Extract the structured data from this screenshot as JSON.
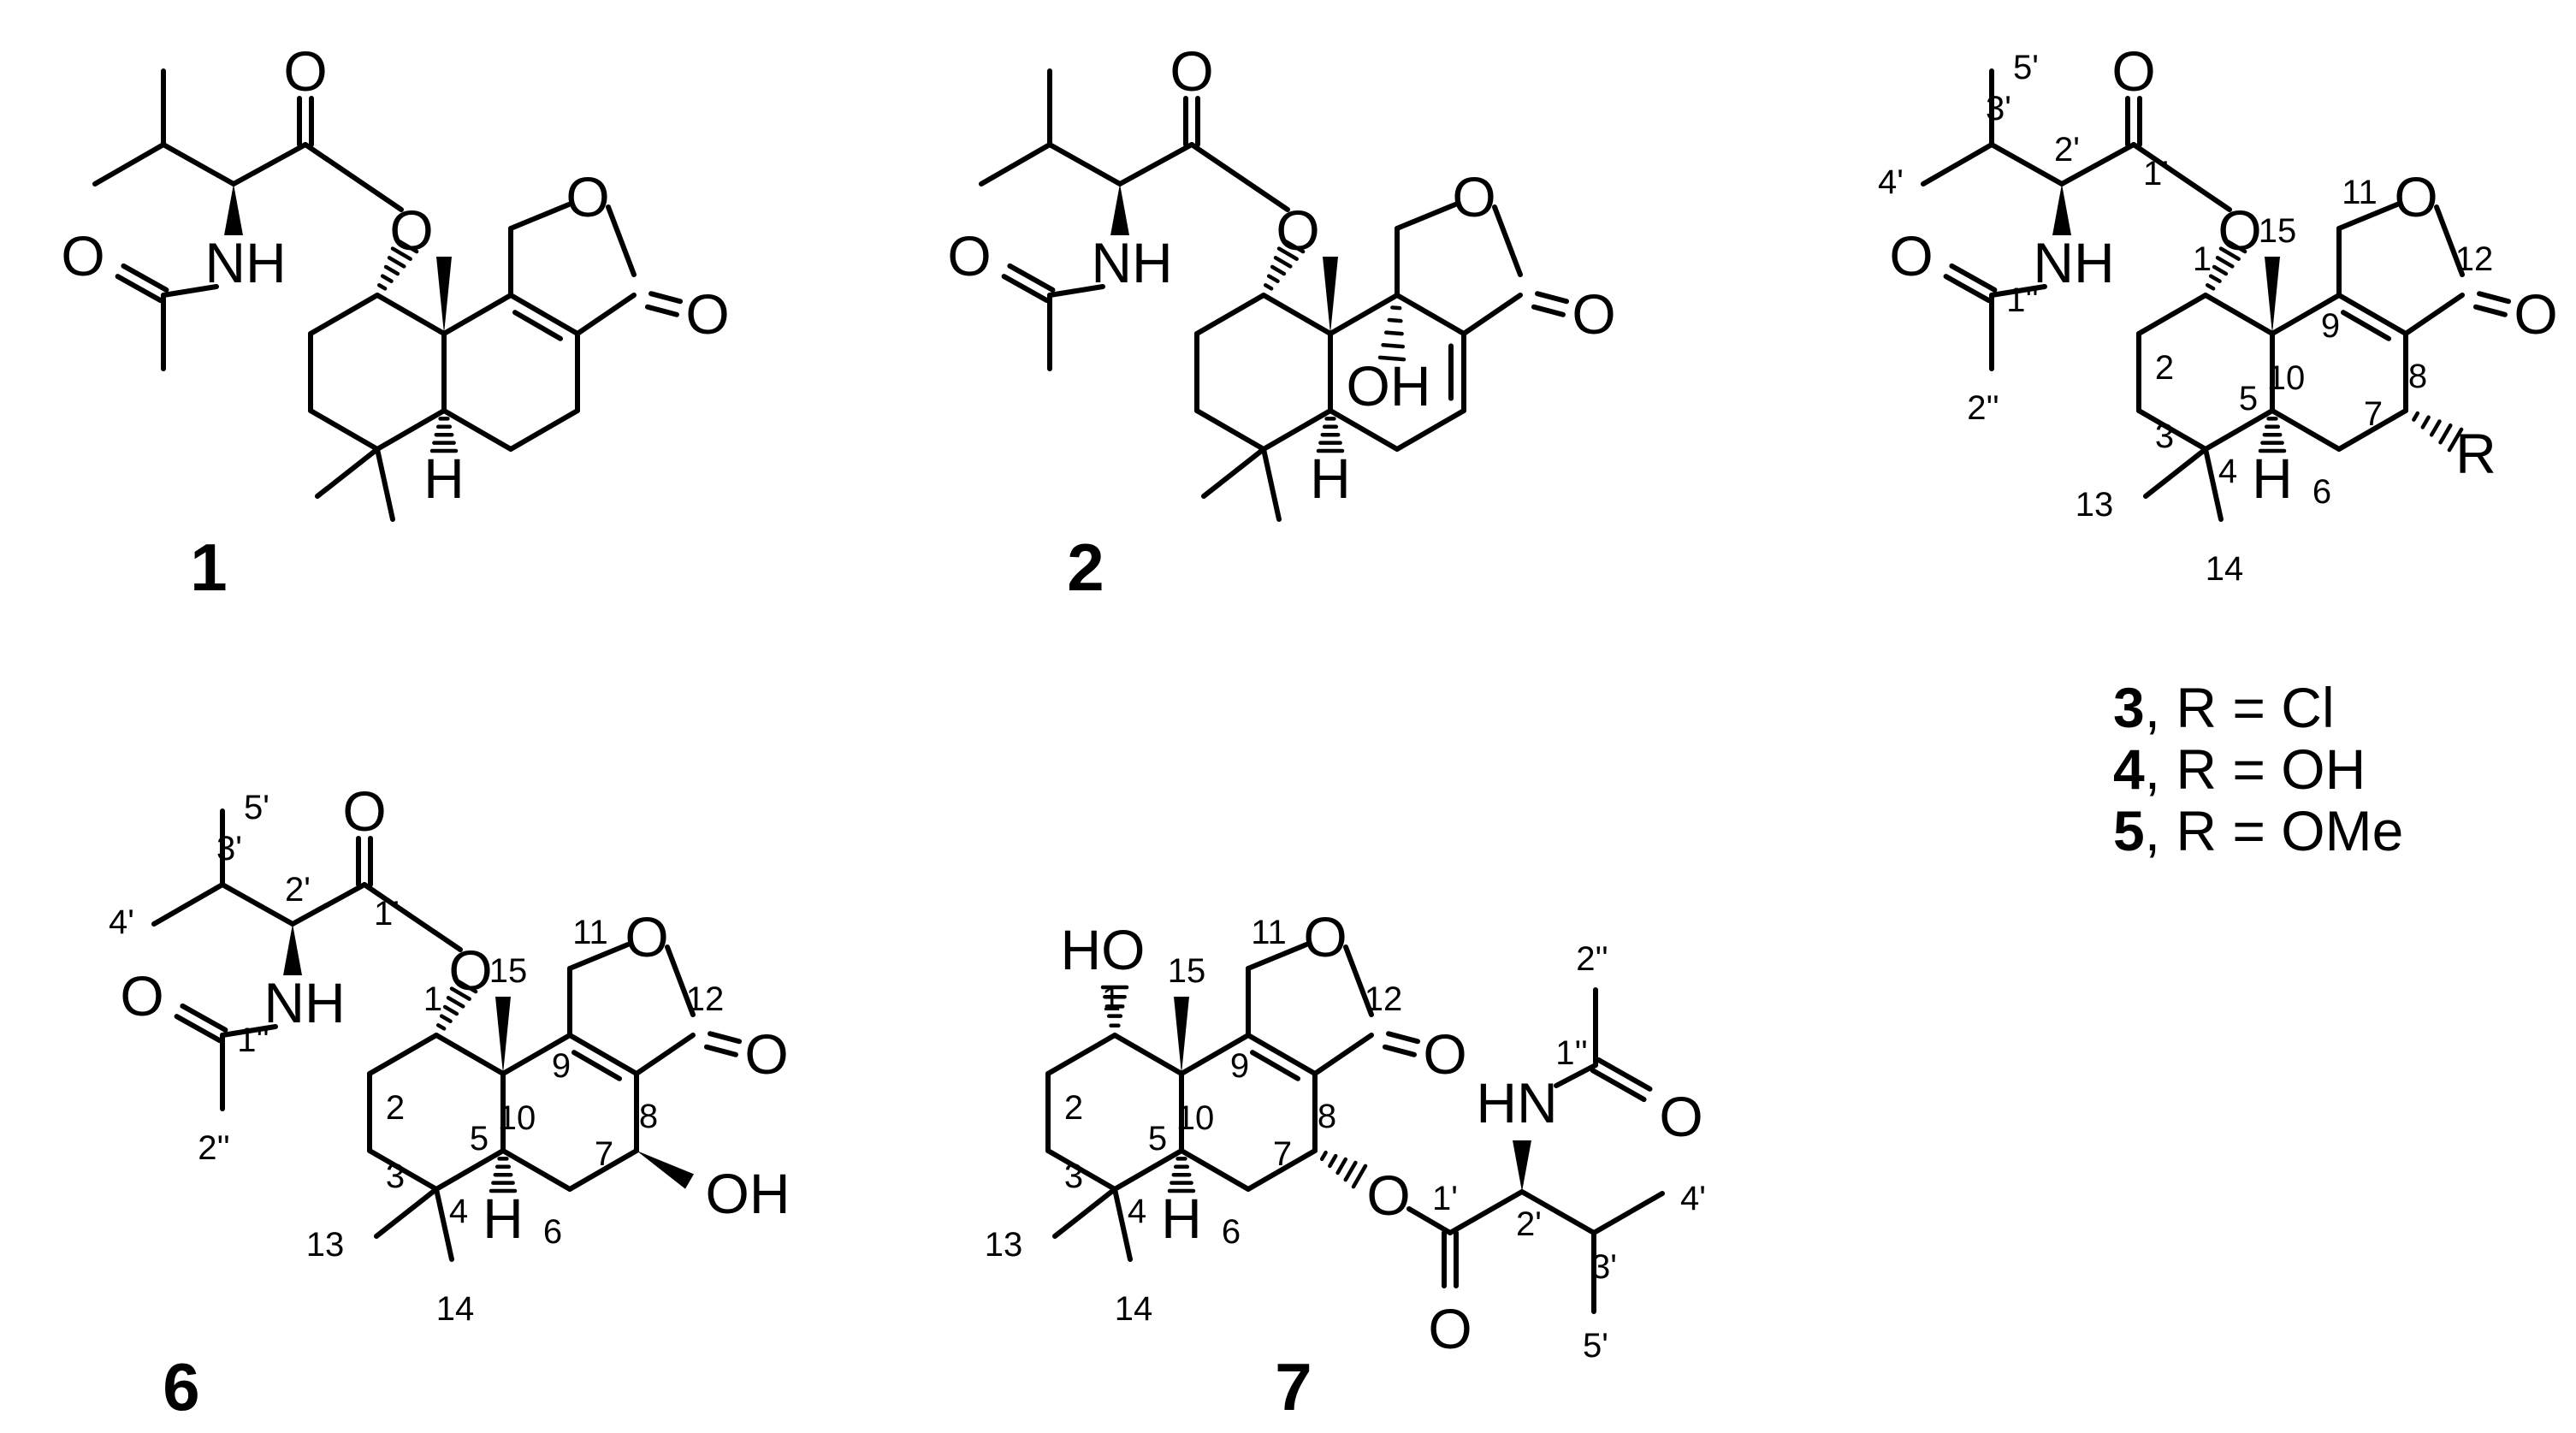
{
  "compounds": [
    {
      "id": "1"
    },
    {
      "id": "2"
    },
    {
      "id": "3"
    },
    {
      "id": "6"
    },
    {
      "id": "7"
    }
  ],
  "r_group_table": [
    {
      "compound": "3",
      "label": "R = Cl"
    },
    {
      "compound": "4",
      "label": "R = OH"
    },
    {
      "compound": "5",
      "label": "R = OMe"
    }
  ],
  "atom_labels": {
    "O": "O",
    "NH": "NH",
    "HN": "HN",
    "H": "H",
    "OH": "OH",
    "HO": "HO",
    "R": "R"
  },
  "numbering": {
    "c1": "1",
    "c2": "2",
    "c3": "3",
    "c4": "4",
    "c5": "5",
    "c6": "6",
    "c7": "7",
    "c8": "8",
    "c9": "9",
    "c10": "10",
    "c11": "11",
    "c12": "12",
    "c13": "13",
    "c14": "14",
    "c15": "15",
    "c1p": "1'",
    "c2p": "2'",
    "c3p": "3'",
    "c4p": "4'",
    "c5p": "5'",
    "c1pp": "1''",
    "c2pp": "2''"
  }
}
